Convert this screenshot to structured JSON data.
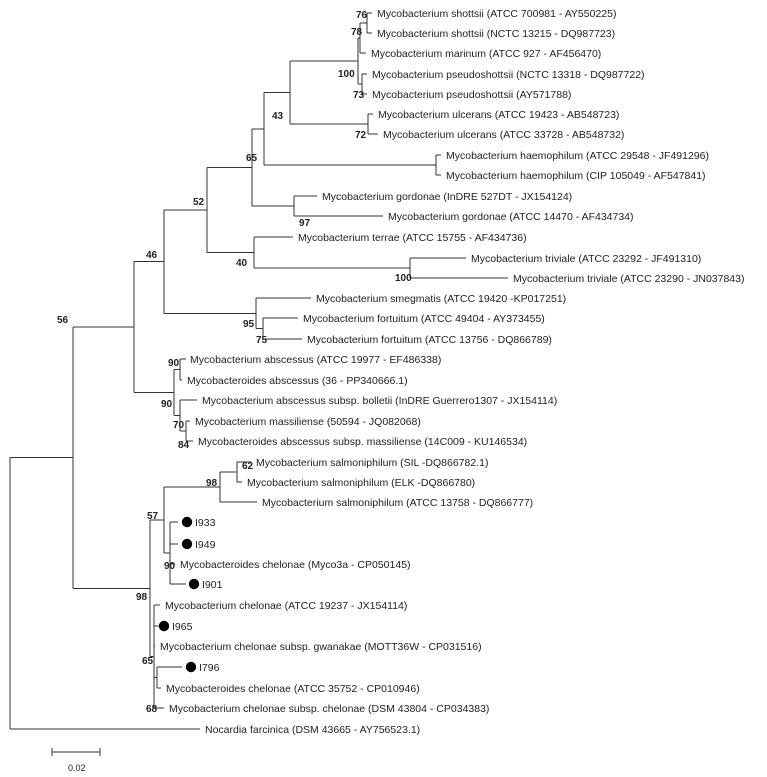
{
  "taxa": [
    "Mycobacterium shottsii (ATCC 700981 - AY550225)",
    "Mycobacterium shottsii (NCTC 13215 - DQ987723)",
    "Mycobacterium marinum (ATCC 927 - AF456470)",
    "Mycobacterium pseudoshottsii (NCTC 13318 - DQ987722)",
    "Mycobacterium pseudoshottsii (AY571788)",
    "Mycobacterium ulcerans (ATCC 19423 - AB548723)",
    "Mycobacterium ulcerans (ATCC 33728 - AB548732)",
    "Mycobacterium haemophilum (ATCC 29548 - JF491296)",
    "Mycobacterium haemophilum (CIP 105049 - AF547841)",
    "Mycobacterium gordonae (InDRE 527DT - JX154124)",
    "Mycobacterium gordonae (ATCC 14470 - AF434734)",
    "Mycobacterium terrae (ATCC 15755 - AF434736)",
    "Mycobacterium triviale (ATCC 23292 - JF491310)",
    "Mycobacterium triviale (ATCC 23290 - JN037843)",
    "Mycobacterium smegmatis (ATCC 19420 -KP017251)",
    "Mycobacterium fortuitum (ATCC 49404 - AY373455)",
    "Mycobacterium fortuitum (ATCC 13756 - DQ866789)",
    "Mycobacterium abscessus (ATCC 19977 - EF486338)",
    "Mycobacteroides abscessus (36 - PP340666.1)",
    "Mycobacterium abscessus subsp. bolletii (InDRE Guerrero1307 - JX154114)",
    "Mycobacterium massiliense (50594 - JQ082068)",
    "Mycobacteroides abscessus subsp. massiliense (14C009 - KU146534)",
    "Mycobacterium salmoniphilum (SIL -DQ866782.1)",
    "Mycobacterium salmoniphilum (ELK -DQ866780)",
    "Mycobacterium salmoniphilum (ATCC 13758 - DQ866777)",
    "I933",
    "I949",
    "Mycobacteroides chelonae (Myco3a - CP050145)",
    "I901",
    "Mycobacterium chelonae (ATCC 19237 - JX154114)",
    "I965",
    "Mycobacterium chelonae subsp. gwanakae (MOTT36W - CP031516)",
    "I796",
    "Mycobacteroides chelonae (ATCC 35752 - CP010946)",
    "Mycobacterium chelonae subsp. chelonae (DSM 43804 - CP034383)",
    "Nocardia farcinica (DSM 43665 - AY756523.1)"
  ],
  "bootstrap": [
    "76",
    "78",
    "100",
    "73",
    "72",
    "43",
    "65",
    "52",
    "97",
    "40",
    "100",
    "46",
    "56",
    "95",
    "75",
    "90",
    "90",
    "70",
    "84",
    "62",
    "98",
    "57",
    "90",
    "98",
    "65",
    "68"
  ],
  "scale_bar_label": "0.02"
}
